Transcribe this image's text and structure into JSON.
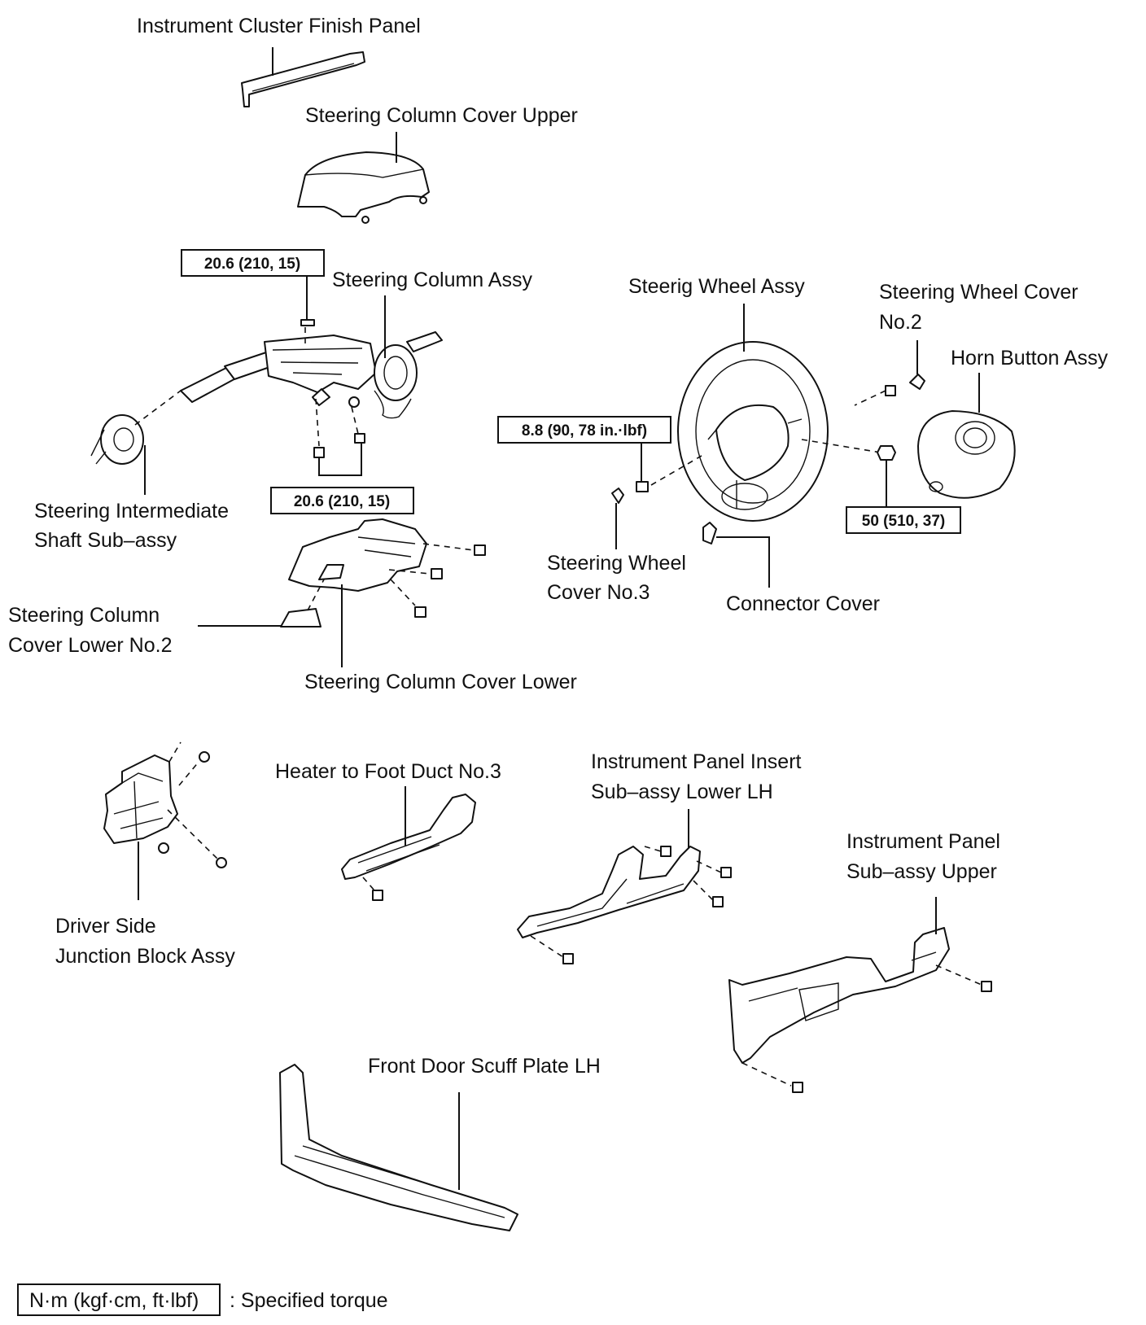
{
  "labels": {
    "instrument_cluster_finish_panel": "Instrument Cluster Finish Panel",
    "steering_column_cover_upper": "Steering Column Cover Upper",
    "steering_column_assy": "Steering Column Assy",
    "steering_wheel_assy": "Steerig Wheel Assy",
    "steering_wheel_cover_no2_line1": "Steering Wheel Cover",
    "steering_wheel_cover_no2_line2": "No.2",
    "horn_button_assy": "Horn Button Assy",
    "steering_intermediate_shaft_line1": "Steering Intermediate",
    "steering_intermediate_shaft_line2": "Shaft Sub–assy",
    "steering_wheel_cover_no3_line1": "Steering Wheel",
    "steering_wheel_cover_no3_line2": "Cover No.3",
    "connector_cover": "Connector Cover",
    "steering_column_cover_lower_no2_line1": "Steering Column",
    "steering_column_cover_lower_no2_line2": "Cover Lower No.2",
    "steering_column_cover_lower": "Steering Column Cover Lower",
    "heater_to_foot_duct": "Heater to Foot Duct No.3",
    "instrument_panel_insert_line1": "Instrument Panel Insert",
    "instrument_panel_insert_line2": "Sub–assy Lower LH",
    "instrument_panel_upper_line1": "Instrument Panel",
    "instrument_panel_upper_line2": "Sub–assy Upper",
    "driver_side_jb_line1": "Driver Side",
    "driver_side_jb_line2": "Junction Block Assy",
    "front_door_scuff_plate": "Front Door Scuff Plate LH"
  },
  "torques": {
    "column_upper_bolt": "20.6 (210, 15)",
    "column_lower_bolts": "20.6 (210, 15)",
    "wheel_cover_screw": "8.8 (90, 78 in.·lbf)",
    "wheel_nut": "50 (510, 37)"
  },
  "legend": {
    "unit_box": "N·m (kgf·cm, ft·lbf)",
    "description": ": Specified torque"
  }
}
